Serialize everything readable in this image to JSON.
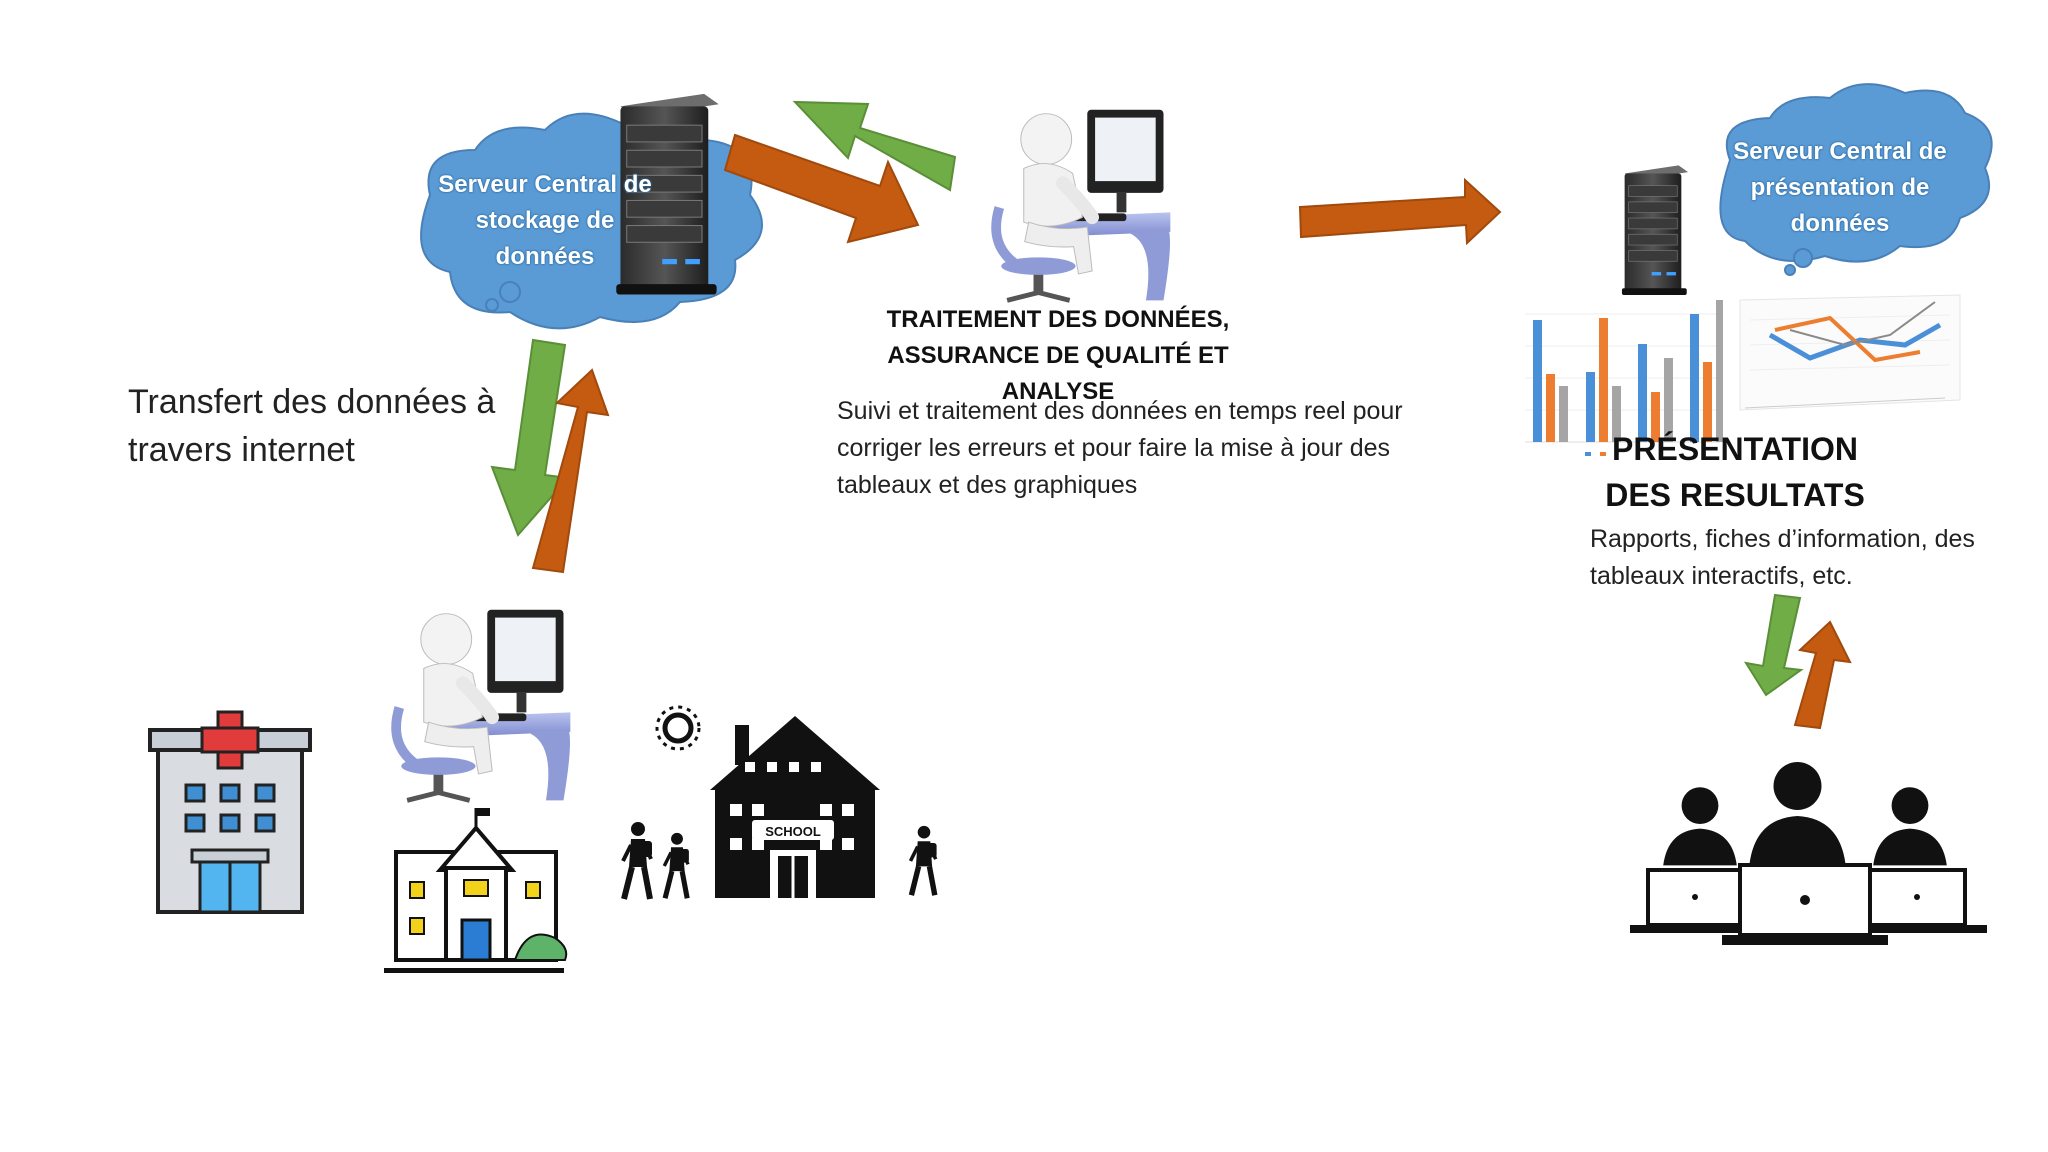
{
  "storage_server": {
    "label": "Serveur Central de stockage de données"
  },
  "transfer": {
    "label": "Transfert des données à travers internet"
  },
  "processing": {
    "title": "TRAITEMENT DES DONNÉES, ASSURANCE DE QUALITÉ ET ANALYSE",
    "description": "Suivi et traitement des données en temps reel pour corriger les erreurs et pour faire la mise à jour des tableaux et des graphiques"
  },
  "presentation_server": {
    "label": "Serveur Central de présentation de données"
  },
  "presentation": {
    "title": "PRÉSENTATION DES RESULTATS",
    "description": "Rapports, fiches d’information, des tableaux interactifs, etc."
  },
  "school_sign": "SCHOOL",
  "icons": [
    "server-icon",
    "user-at-computer-icon",
    "hospital-icon",
    "house-icon",
    "school-icon",
    "students-icon",
    "sun-icon",
    "bar-chart-icon",
    "line-chart-icon",
    "users-with-laptops-icon"
  ],
  "colors": {
    "cloud": "#5b9bd5",
    "arrow_green": "#70ad47",
    "arrow_orange": "#c55a11",
    "chart_blue": "#4a90d9",
    "chart_orange": "#ed7d31",
    "chart_gray": "#a5a5a5"
  }
}
